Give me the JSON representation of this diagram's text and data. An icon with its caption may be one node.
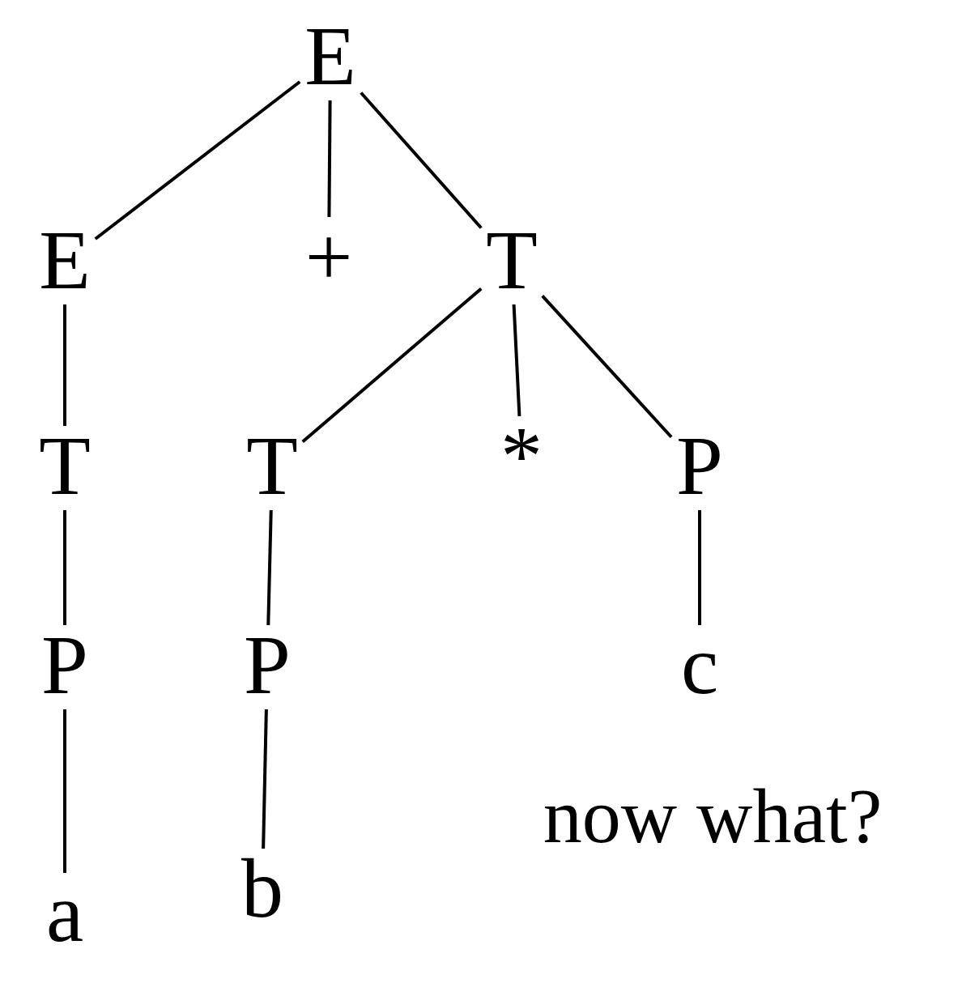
{
  "diagram": {
    "nodes": [
      {
        "text": [
          "E"
        ]
      },
      {
        "text": [
          "E"
        ]
      },
      {
        "text": [
          "+"
        ]
      },
      {
        "text": [
          "T"
        ]
      },
      {
        "text": [
          "T"
        ]
      },
      {
        "text": [
          "T"
        ]
      },
      {
        "text": [
          "*"
        ]
      },
      {
        "text": [
          "P"
        ]
      },
      {
        "text": [
          "P"
        ]
      },
      {
        "text": [
          "P"
        ]
      },
      {
        "text": [
          "c"
        ]
      },
      {
        "text": [
          "a"
        ]
      },
      {
        "text": [
          "b"
        ]
      }
    ],
    "edges": [
      {
        "from": 0,
        "to": 1,
        "arrow": "none"
      },
      {
        "from": 0,
        "to": 2,
        "arrow": "none"
      },
      {
        "from": 0,
        "to": 3,
        "arrow": "none"
      },
      {
        "from": 3,
        "to": 5,
        "arrow": "none"
      },
      {
        "from": 3,
        "to": 6,
        "arrow": "none"
      },
      {
        "from": 3,
        "to": 7,
        "arrow": "none"
      },
      {
        "from": 1,
        "to": 4,
        "arrow": "none"
      },
      {
        "from": 4,
        "to": 8,
        "arrow": "none"
      },
      {
        "from": 8,
        "to": 11,
        "arrow": "none"
      },
      {
        "from": 5,
        "to": 9,
        "arrow": "none"
      },
      {
        "from": 9,
        "to": 12,
        "arrow": "none"
      },
      {
        "from": 7,
        "to": 10,
        "arrow": "none"
      }
    ],
    "labels": [
      "now what?"
    ]
  }
}
